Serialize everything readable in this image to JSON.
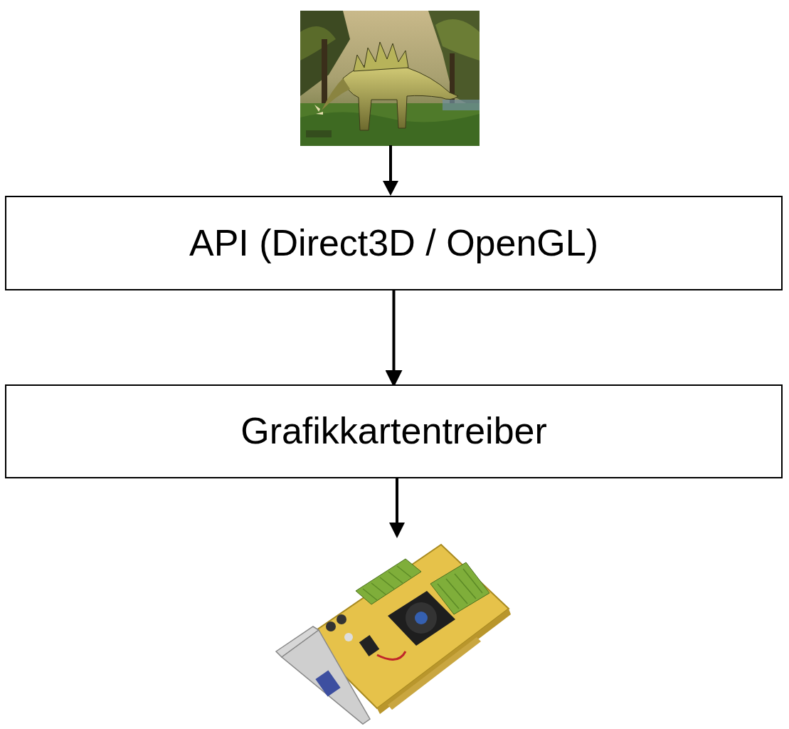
{
  "diagram": {
    "nodes": [
      {
        "text": [
          "API (Direct3D / OpenGL)"
        ]
      },
      {
        "text": [
          "Grafikkartentreiber"
        ]
      }
    ],
    "edges": [
      {
        "from": 0,
        "to": 1,
        "arrow": "to"
      }
    ]
  }
}
